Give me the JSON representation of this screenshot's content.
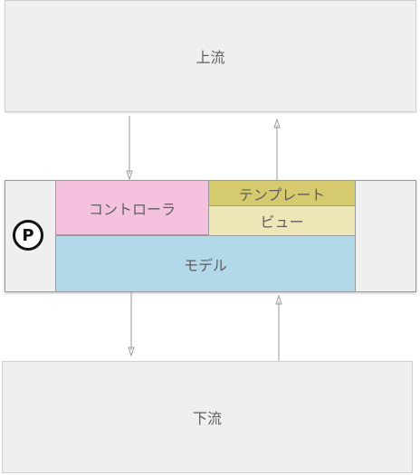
{
  "diagram": {
    "upstream_label": "上流",
    "downstream_label": "下流",
    "component": {
      "badge_letter": "P",
      "controller_label": "コントローラ",
      "template_label": "テンプレート",
      "view_label": "ビュー",
      "model_label": "モデル"
    }
  },
  "colors": {
    "box_fill": "#efefef",
    "controller": "#f4c2de",
    "template": "#d5cb6e",
    "view": "#ede7b8",
    "model": "#b1d9ea",
    "arrow": "#9a9a9a"
  }
}
